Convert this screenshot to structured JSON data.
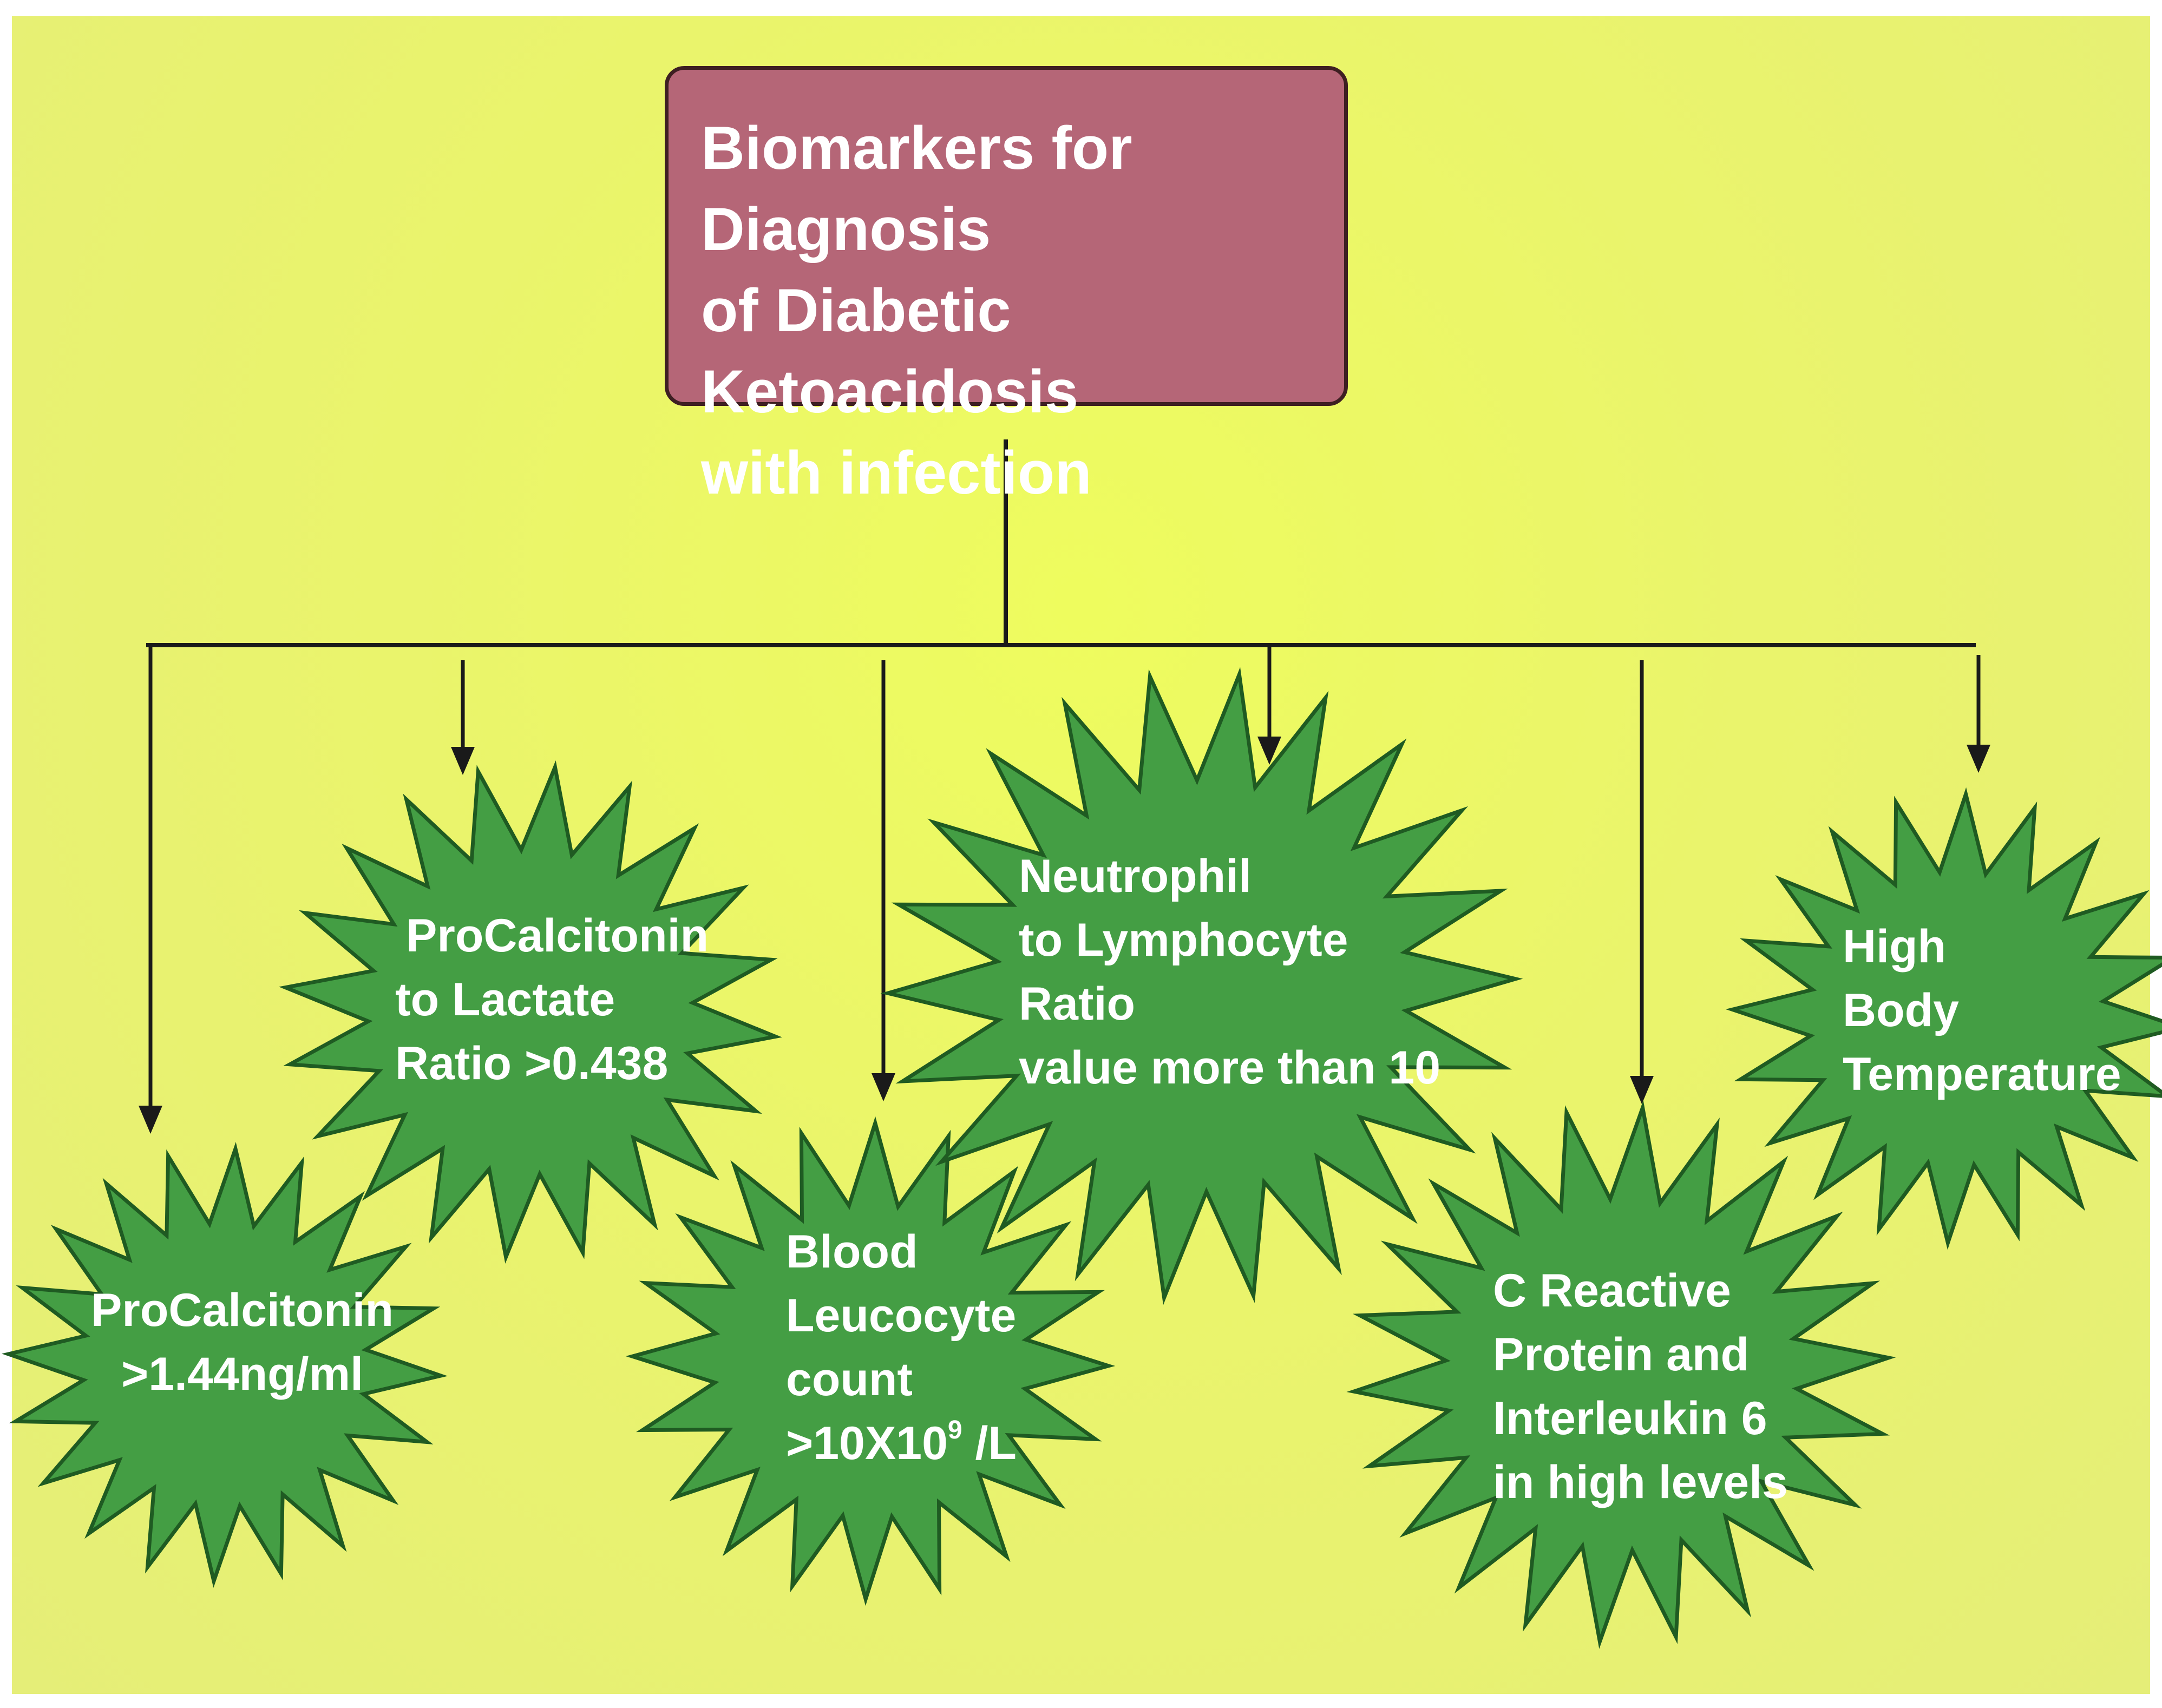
{
  "title": {
    "line1": "Biomarkers for Diagnosis",
    "line2": "of Diabetic Ketoacidosis",
    "line3": "with infection"
  },
  "colors": {
    "background": "#ecf56a",
    "title_box": "#b56677",
    "star_fill": "#449e44",
    "star_stroke": "#1f5b22",
    "line": "#1a1a1a"
  },
  "biomarkers": [
    {
      "lines": [
        "ProCalcitonin",
        ">1.44ng/ml"
      ]
    },
    {
      "lines": [
        "ProCalcitonin",
        "to Lactate",
        "Ratio >0.438"
      ]
    },
    {
      "lines": [
        "Blood",
        "Leucocyte",
        "count"
      ],
      "last_prefix": ">10X10",
      "last_sup": "9",
      "last_suffix": " /L"
    },
    {
      "lines": [
        "Neutrophil",
        "to Lymphocyte",
        "Ratio",
        "value more than 10"
      ]
    },
    {
      "lines": [
        "C Reactive",
        "Protein and",
        "Interleukin 6",
        "in high levels"
      ]
    },
    {
      "lines": [
        "High",
        "Body",
        "Temperature"
      ]
    }
  ]
}
